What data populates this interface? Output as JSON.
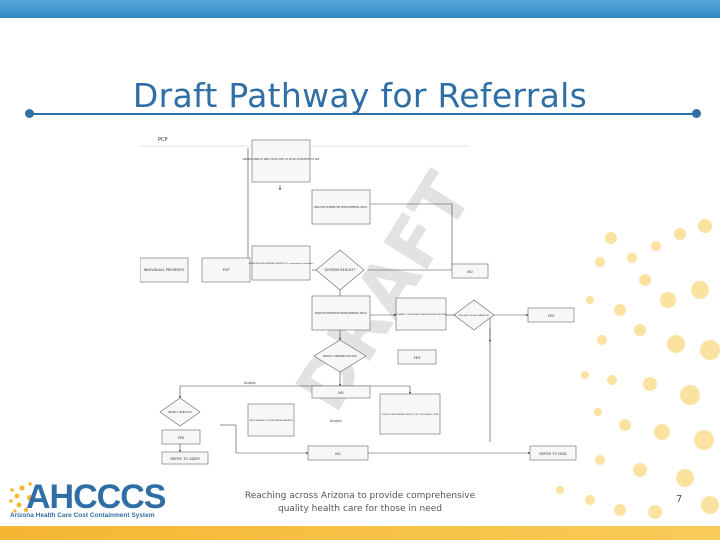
{
  "slide": {
    "title": "Draft Pathway for Referrals",
    "footer_line1": "Reaching across Arizona to provide comprehensive",
    "footer_line2": "quality health care for those in need",
    "page_number": "7"
  },
  "logo": {
    "word": "AHCCCS",
    "subtitle": "Arizona Health Care Cost Containment System"
  },
  "diagram": {
    "lane_label": "PCP",
    "watermark": "DRAFT",
    "nodes": {
      "start": "SURVEILLANCE AT WELL CHILD VISIT AT 18 OR 24 MONTHS OF AGE",
      "negative_screen": "NEGATIVE SCREEN FOR DEVELOPMENTAL DELAY",
      "screen_with": "SCREEN WITH DEVELOPMENTAL SCREENING TOOL (standardized & reimbursable)",
      "individual_presents": "INDIVIDUAL PRESENTS",
      "pcp": "PCP",
      "screen_result": "SCREEN RESULT?",
      "no_top": "NO",
      "positive_screen": "POSITIVE SCREEN FOR DEVELOPMENTAL DELAY",
      "referral_specialist": "REFERRAL TO A SPECIALIST DIAGNOSING ASD PROVIDER",
      "high_risk": "HIGH RISK FOR ASD DIAGNOSIS?",
      "yes_right": "YES",
      "specific_concerns": "SPECIFIC CONCERNS FOR ASD?",
      "yes_mid": "YES",
      "no_mid": "NO",
      "and_or_top": "And/or",
      "under_3": "UNDER 3 YEARS OLD?",
      "speech_referral": "SPEECH REFERRAL FOR DEVELOPMENTAL EVALUATION",
      "and_or_mid": "And/or",
      "other_referral": "OTHER FOR DEVELOPMENTAL SERVICES (OT/PT, SELF FEEDING, OTHER)",
      "yes_low": "YES",
      "refer_azeip": "REFER TO AZEIP",
      "no_low": "NO",
      "refer_ddd": "REFER TO DDD"
    }
  },
  "colors": {
    "brand_blue": "#2f6fa6",
    "top_bar": "#3d95cd",
    "bottom_bar": "#f5b632",
    "sun_yellow": "#f9d673"
  }
}
